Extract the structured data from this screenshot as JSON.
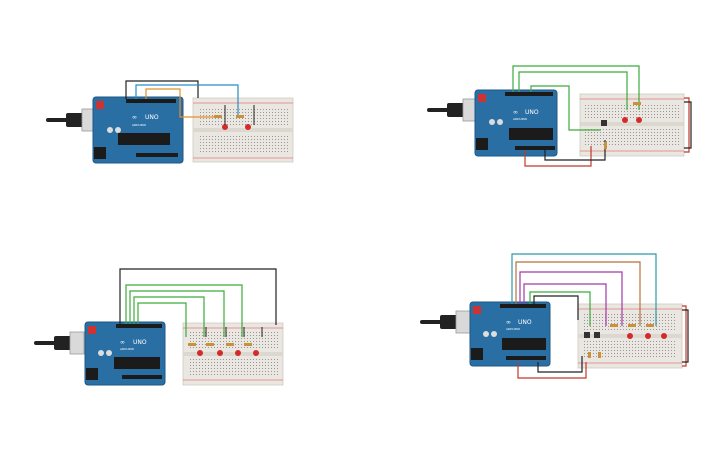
{
  "colors": {
    "board": "#2a6fa4",
    "board_edge": "#1e5784",
    "breadboard": "#eae7e2",
    "wire_black": "#222222",
    "wire_blue": "#2a8cc7",
    "wire_orange": "#e2902a",
    "wire_green": "#3caa3c",
    "wire_red": "#c0392b",
    "wire_purple": "#a23aa8",
    "wire_teal": "#2a9aa8",
    "wire_brown": "#b5713f",
    "led_red": "#d42a2a",
    "resistor": "#c8913a"
  },
  "icons": {
    "logo": "infinity-logo",
    "usb": "usb-plug"
  },
  "circuits": [
    {
      "board": {
        "model_label": "UNO",
        "brand_label": "ARDUINO"
      }
    },
    {
      "board": {
        "model_label": "UNO",
        "brand_label": "ARDUINO"
      }
    },
    {
      "board": {
        "model_label": "UNO",
        "brand_label": "ARDUINO"
      }
    },
    {
      "board": {
        "model_label": "UNO",
        "brand_label": "ARDUINO"
      }
    }
  ]
}
